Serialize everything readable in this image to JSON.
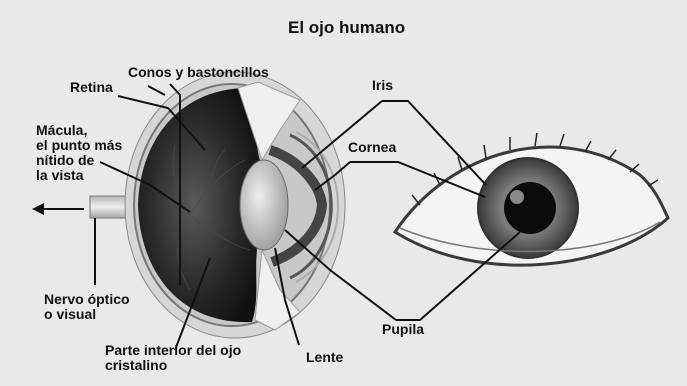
{
  "diagram": {
    "title": "El ojo humano",
    "labels": {
      "retina": "Retina",
      "conos": "Conos y bastoncillos",
      "macula": "Mácula,\nel punto más\nnítido de\nla vista",
      "nervio": "Nervo óptico\no visual",
      "interior": "Parte interior del ojo\ncristalino",
      "lente": "Lente",
      "iris": "Iris",
      "cornea": "Cornea",
      "pupila": "Pupila"
    },
    "colors": {
      "background": "#e9e9e9",
      "eyeball_dark": "#1c1c1c",
      "iris_gray": "#6e6e6e",
      "lines": "#111111"
    }
  }
}
